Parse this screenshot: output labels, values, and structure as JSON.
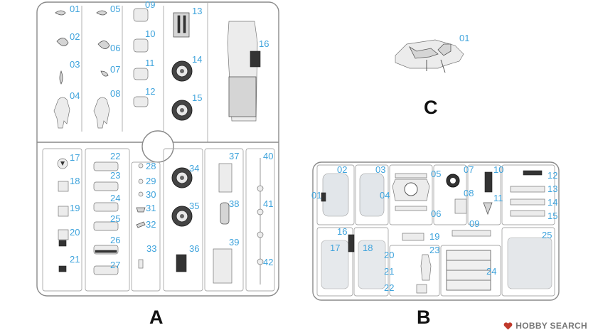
{
  "sprue_a": {
    "label": "A",
    "parts": [
      "01",
      "02",
      "03",
      "04",
      "05",
      "06",
      "07",
      "08",
      "09",
      "10",
      "11",
      "12",
      "13",
      "14",
      "15",
      "16",
      "17",
      "18",
      "19",
      "20",
      "21",
      "22",
      "23",
      "24",
      "25",
      "26",
      "27",
      "28",
      "29",
      "30",
      "31",
      "32",
      "33",
      "34",
      "35",
      "36",
      "37",
      "38",
      "39",
      "40",
      "41",
      "42"
    ]
  },
  "sprue_b": {
    "label": "B",
    "parts": [
      "01",
      "02",
      "03",
      "04",
      "05",
      "06",
      "07",
      "08",
      "09",
      "10",
      "11",
      "12",
      "13",
      "14",
      "15",
      "16",
      "17",
      "18",
      "19",
      "20",
      "21",
      "22",
      "23",
      "24",
      "25"
    ]
  },
  "sprue_c": {
    "label": "C",
    "parts": [
      "01"
    ]
  },
  "watermark": {
    "text": "HOBBY SEARCH",
    "icon": "hobby-search-logo-icon"
  },
  "colors": {
    "part_number": "#3ea3dc",
    "frame": "#8a8a8a",
    "label": "#111111"
  }
}
